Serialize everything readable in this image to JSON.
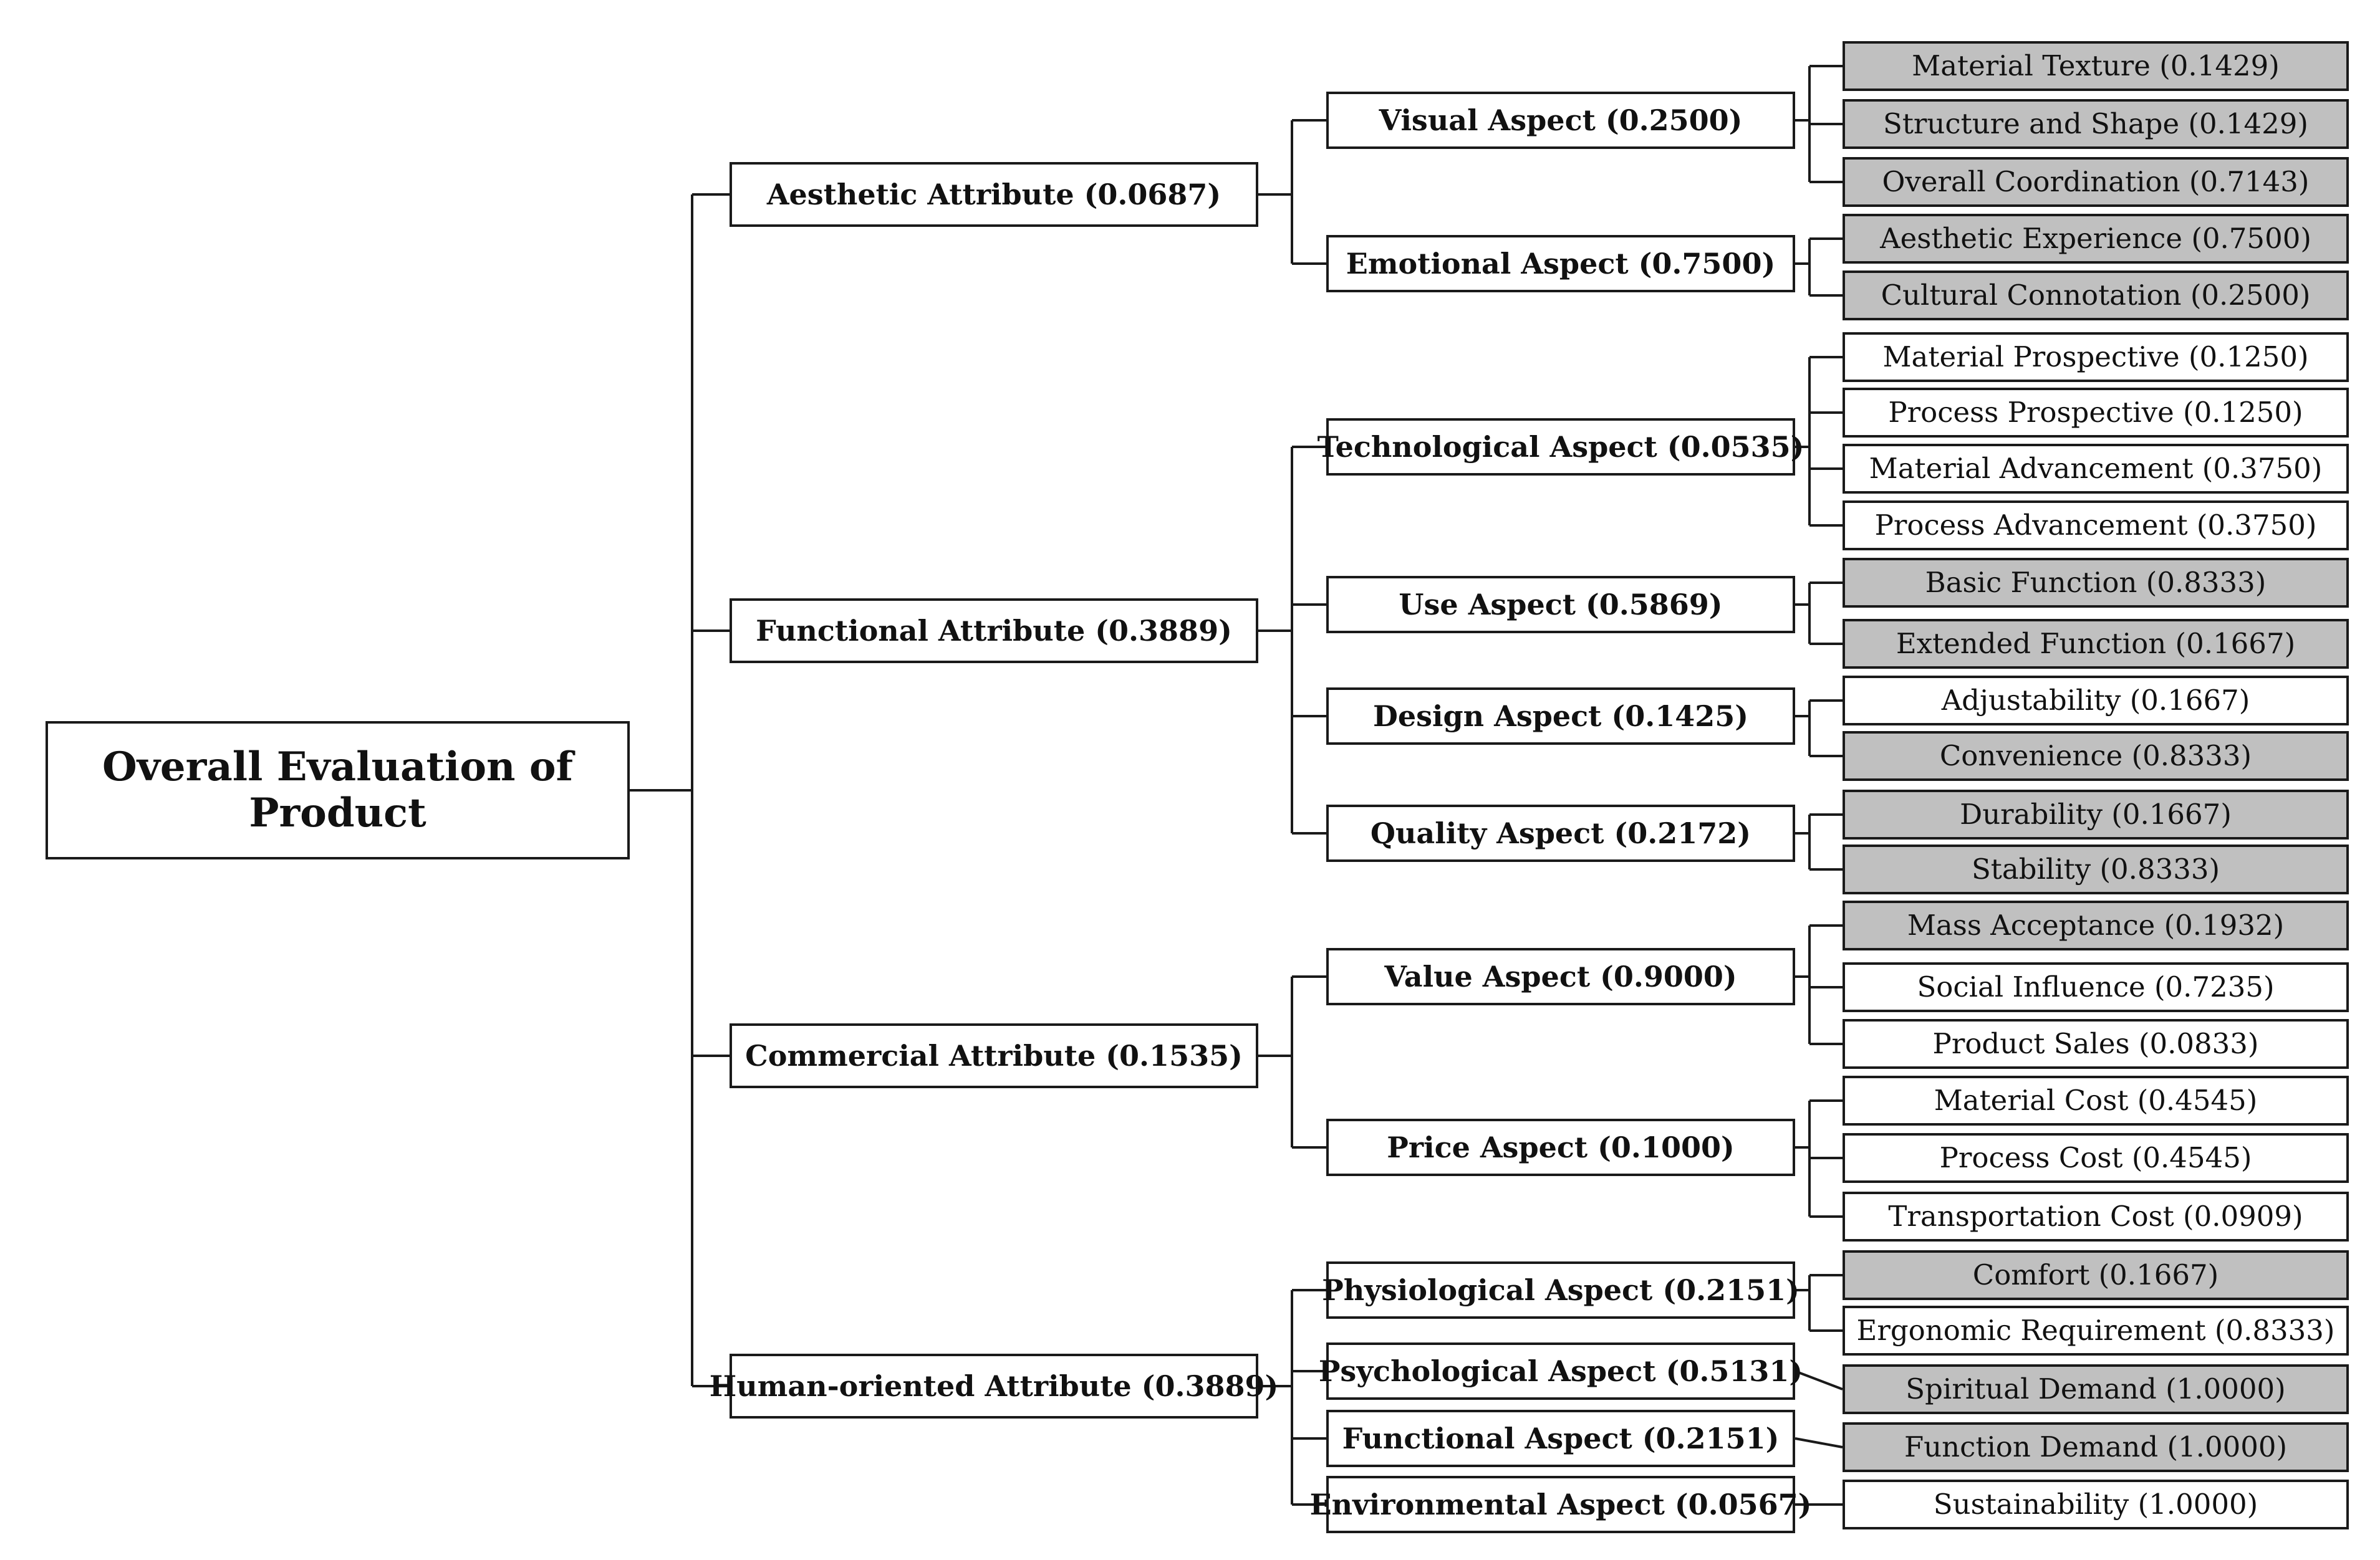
{
  "colors": {
    "line": "#1a1a1a",
    "shaded_leaf": "#c0c0c0",
    "plain_leaf": "#ffffff"
  },
  "root": {
    "label": "Overall  Evaluation of Product"
  },
  "attributes": [
    {
      "label": "Aesthetic Attribute (0.0687)",
      "aspects": [
        {
          "label": "Visual Aspect (0.2500)",
          "leaves": [
            {
              "label": "Material Texture (0.1429)",
              "shaded": true
            },
            {
              "label": "Structure and Shape (0.1429)",
              "shaded": true
            },
            {
              "label": "Overall Coordination (0.7143)",
              "shaded": true
            }
          ]
        },
        {
          "label": "Emotional Aspect (0.7500)",
          "leaves": [
            {
              "label": "Aesthetic Experience (0.7500)",
              "shaded": true
            },
            {
              "label": "Cultural Connotation (0.2500)",
              "shaded": true
            }
          ]
        }
      ]
    },
    {
      "label": "Functional Attribute (0.3889)",
      "aspects": [
        {
          "label": "Technological Aspect (0.0535)",
          "leaves": [
            {
              "label": "Material Prospective (0.1250)",
              "shaded": false
            },
            {
              "label": "Process Prospective (0.1250)",
              "shaded": false
            },
            {
              "label": "Material Advancement (0.3750)",
              "shaded": false
            },
            {
              "label": "Process Advancement (0.3750)",
              "shaded": false
            }
          ]
        },
        {
          "label": "Use Aspect (0.5869)",
          "leaves": [
            {
              "label": "Basic Function (0.8333)",
              "shaded": true
            },
            {
              "label": "Extended Function (0.1667)",
              "shaded": true
            }
          ]
        },
        {
          "label": "Design Aspect (0.1425)",
          "leaves": [
            {
              "label": "Adjustability (0.1667)",
              "shaded": false
            },
            {
              "label": "Convenience (0.8333)",
              "shaded": true
            }
          ]
        },
        {
          "label": "Quality Aspect (0.2172)",
          "leaves": [
            {
              "label": "Durability (0.1667)",
              "shaded": true
            },
            {
              "label": "Stability (0.8333)",
              "shaded": true
            }
          ]
        }
      ]
    },
    {
      "label": "Commercial Attribute (0.1535)",
      "aspects": [
        {
          "label": "Value Aspect (0.9000)",
          "leaves": [
            {
              "label": "Mass Acceptance (0.1932)",
              "shaded": true
            },
            {
              "label": "Social Influence (0.7235)",
              "shaded": false
            },
            {
              "label": "Product Sales (0.0833)",
              "shaded": false
            }
          ]
        },
        {
          "label": "Price Aspect (0.1000)",
          "leaves": [
            {
              "label": "Material Cost (0.4545)",
              "shaded": false
            },
            {
              "label": "Process Cost (0.4545)",
              "shaded": false
            },
            {
              "label": "Transportation Cost (0.0909)",
              "shaded": false
            }
          ]
        }
      ]
    },
    {
      "label": "Human-oriented Attribute (0.3889)",
      "aspects": [
        {
          "label": "Physiological Aspect (0.2151)",
          "leaves": [
            {
              "label": "Comfort (0.1667)",
              "shaded": true
            },
            {
              "label": "Ergonomic Requirement (0.8333)",
              "shaded": false
            }
          ]
        },
        {
          "label": "Psychological Aspect (0.5131)",
          "leaves": [
            {
              "label": "Spiritual Demand (1.0000)",
              "shaded": true
            }
          ]
        },
        {
          "label": "Functional Aspect (0.2151)",
          "leaves": [
            {
              "label": "Function Demand (1.0000)",
              "shaded": true
            }
          ]
        },
        {
          "label": "Environmental Aspect (0.0567)",
          "leaves": [
            {
              "label": "Sustainability (1.0000)",
              "shaded": false
            }
          ]
        }
      ]
    }
  ]
}
